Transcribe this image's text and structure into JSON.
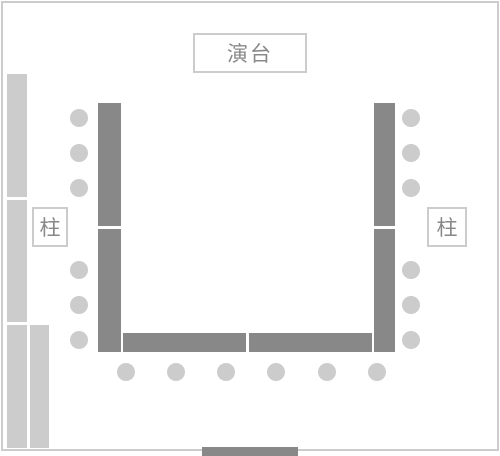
{
  "labels": {
    "stage": "演台",
    "pillar_left": "柱",
    "pillar_right": "柱"
  },
  "colors": {
    "border": "#cccccc",
    "table": "#888888",
    "chair": "#cccccc",
    "wall_strip": "#cccccc",
    "label_text": "#888888"
  }
}
